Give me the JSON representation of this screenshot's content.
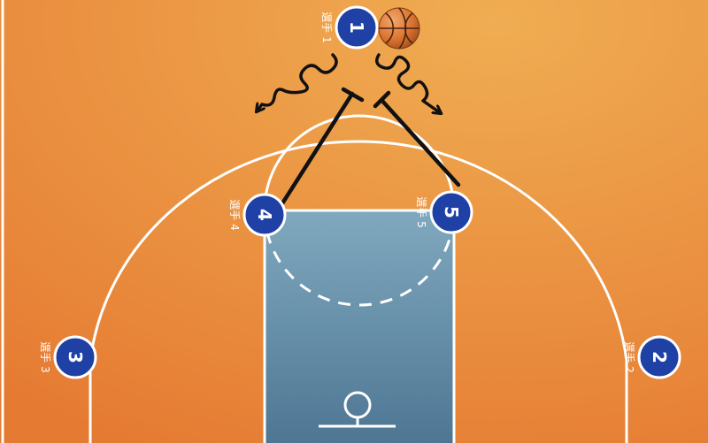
{
  "colors": {
    "court_light": "#f0ad52",
    "court_dark": "#e57a32",
    "paint_top": "#80a9bf",
    "paint_bottom": "#4d7592",
    "lines": "#ffffff",
    "player_fill": "#1f41a6",
    "player_stroke": "#ffffff",
    "action_lines": "#111111",
    "ball": "#d9732f"
  },
  "players": [
    {
      "number": "1",
      "label": "選手 1"
    },
    {
      "number": "2",
      "label": "選手 2"
    },
    {
      "number": "3",
      "label": "選手 3"
    },
    {
      "number": "4",
      "label": "選手 4"
    },
    {
      "number": "5",
      "label": "選手 5"
    }
  ],
  "icons": {
    "ball": "basketball-icon"
  },
  "actions": {
    "dribble_paths": 2,
    "screens": 2
  }
}
